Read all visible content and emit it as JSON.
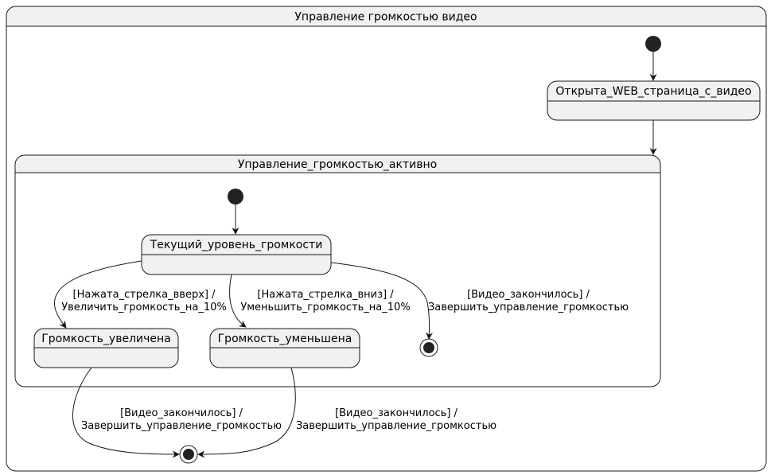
{
  "diagram": {
    "outer_title": "Управление громкостью видео",
    "inner_title": "Управление_громкостью_активно",
    "states": {
      "opened": "Открыта_WEB_страница_с_видео",
      "current": "Текущий_уровень_громкости",
      "increased": "Громкость_увеличена",
      "decreased": "Громкость_уменьшена"
    },
    "transitions": {
      "up_guard": "[Нажата_стрелка_вверх] /",
      "up_action": "Увеличить_громкость_на_10%",
      "down_guard": "[Нажата_стрелка_вниз] /",
      "down_action": "Уменьшить_громкость_на_10%",
      "end_inner_guard": "[Видео_закончилось] /",
      "end_inner_action": "Завершить_управление_громкостью",
      "end_inc_guard": "[Видео_закончилось] /",
      "end_inc_action": "Завершить_управление_громкостью",
      "end_dec_guard": "[Видео_закончилось] /",
      "end_dec_action": "Завершить_управление_громкостью"
    },
    "colors": {
      "fill": "#f1f1f1",
      "stroke": "#181818",
      "node": "#222222"
    }
  }
}
